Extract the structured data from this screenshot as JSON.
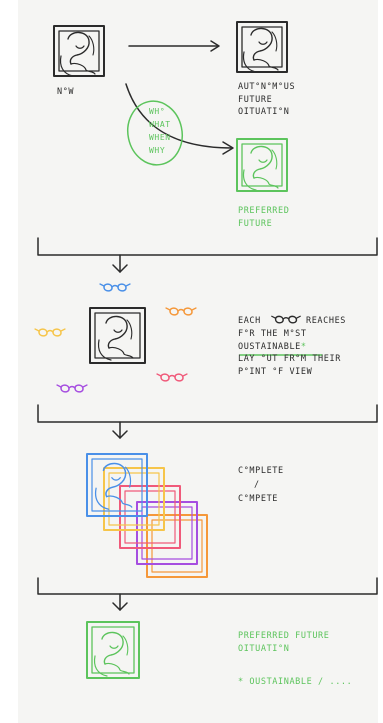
{
  "colors": {
    "ink": "#2b2b2b",
    "green": "#5cc45c",
    "blue": "#4a90e8",
    "yellow": "#f6c54a",
    "orange": "#f5983a",
    "pink": "#f05a7a",
    "purple": "#a64ee0"
  },
  "section1": {
    "now_label": "N°W",
    "autonomous_lines": [
      "AUT°N°M°US",
      "FUTURE",
      "OITUATI°N"
    ],
    "question_lines": [
      "WH°",
      "WHAT",
      "WHEN",
      "WHY"
    ],
    "preferred_lines": [
      "PREFERRED",
      "FUTURE"
    ]
  },
  "section2": {
    "each_lines": [
      "EACH",
      "REACHES",
      "F°R THE M°ST",
      "OUSTAINABLE",
      "LAY °UT FR°M THEIR",
      "P°INT °F VIEW"
    ],
    "asterisk": "*"
  },
  "section3": {
    "lines": [
      "C°MPLETE",
      "/",
      "C°MPETE"
    ]
  },
  "section4": {
    "preferred_lines": [
      "PREFERRED FUTURE",
      "OITUATI°N"
    ],
    "footnote": "* OUSTAINABLE / ...."
  }
}
